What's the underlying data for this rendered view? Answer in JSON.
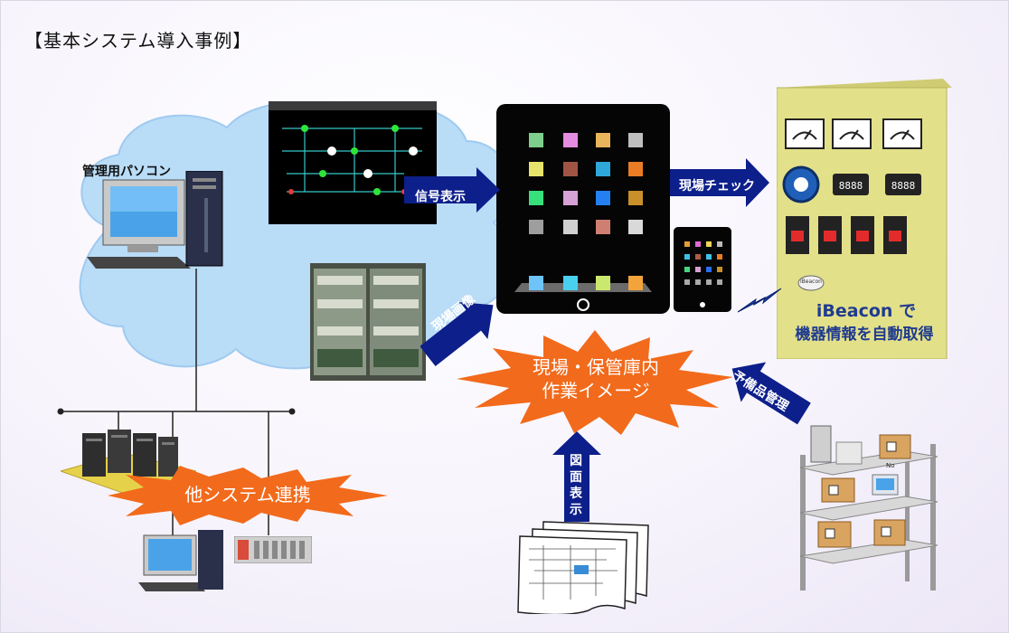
{
  "title": "【基本システム導入事例】",
  "pc_label": "管理用パソコン",
  "arrows": {
    "signal": "信号表示",
    "site_check": "現場チェック",
    "site_image": "現場画像",
    "spare_parts": "予備品管理",
    "drawing_v1": "図",
    "drawing_v2": "面",
    "drawing_v3": "表",
    "drawing_v4": "示"
  },
  "center_burst": {
    "line1": "現場・保管庫内",
    "line2": "作業イメージ"
  },
  "other_burst": "他システム連携",
  "ibeacon": {
    "line1": "iBeacon で",
    "line2": "機器情報を自動取得"
  },
  "small_labels": {
    "beacon_tag": "iBeacon",
    "no_label": "No"
  },
  "colors": {
    "cloud": "#b9dcf7",
    "arrow": "#0d1f8a",
    "burst": "#f26a1b",
    "cabinet": "#e3e08a",
    "background": "#f4f0fa"
  }
}
